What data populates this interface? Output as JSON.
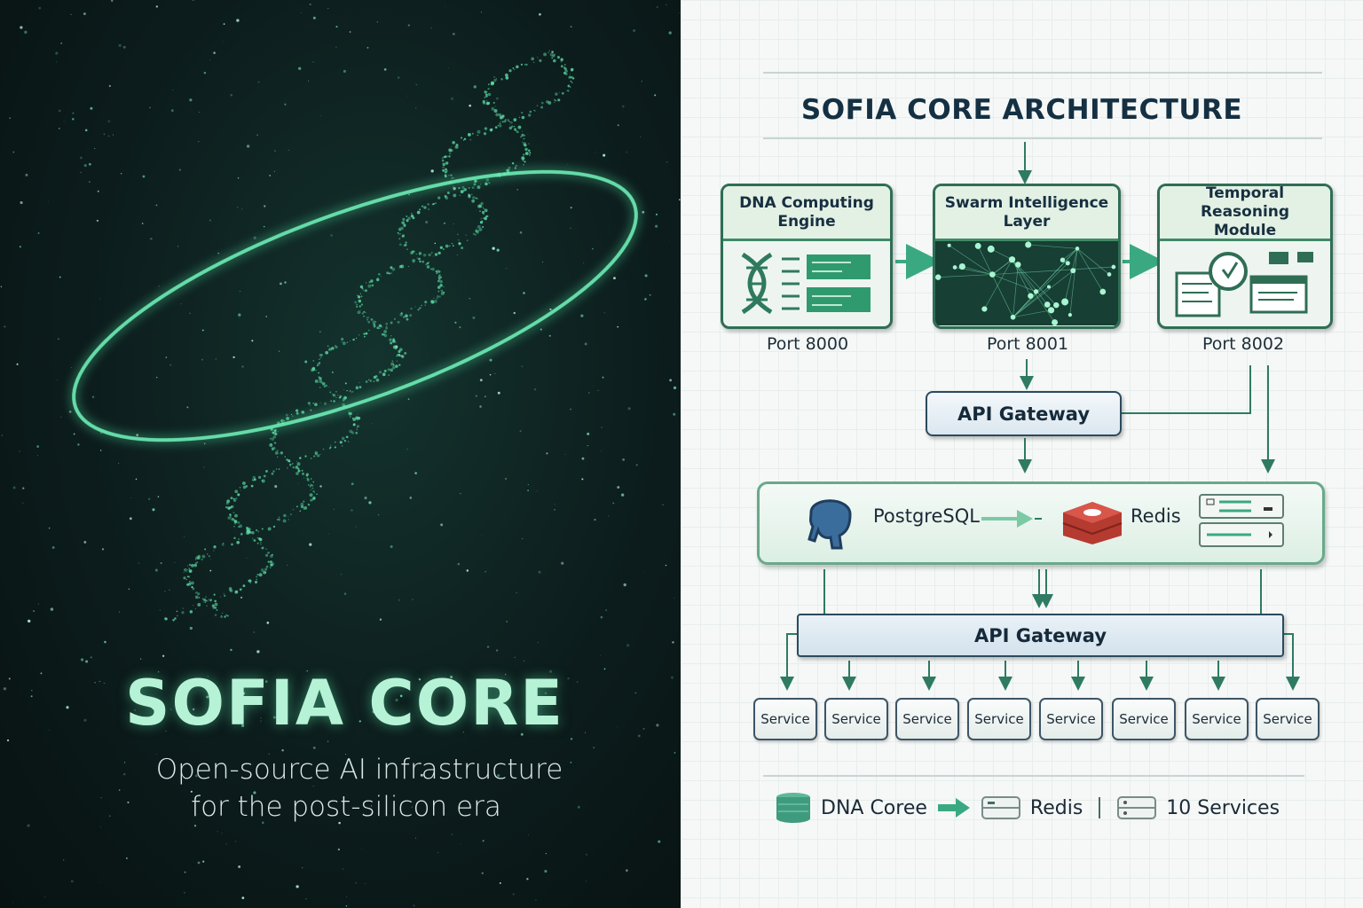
{
  "hero": {
    "title": "SOFIA CORE",
    "subtitle_line1": "Open-source AI infrastructure",
    "subtitle_line2": "for the post-silicon era"
  },
  "architecture": {
    "title": "SOFIA CORE ARCHITECTURE",
    "modules": [
      {
        "title_line1": "DNA Computing",
        "title_line2": "Engine",
        "port": "Port 8000",
        "icon": "dna-icon"
      },
      {
        "title_line1": "Swarm Intelligence",
        "title_line2": "Layer",
        "port": "Port 8001",
        "icon": "network-graph-icon"
      },
      {
        "title_line1": "Temporal Reasoning",
        "title_line2": "Module",
        "port": "Port 8002",
        "icon": "clock-document-icon"
      }
    ],
    "gateway_top": "API Gateway",
    "data_layer": {
      "postgres": "PostgreSQL",
      "redis": "Redis"
    },
    "gateway_bottom": "API Gateway",
    "services": [
      "Service",
      "Service",
      "Service",
      "Service",
      "Service",
      "Service",
      "Service",
      "Service"
    ],
    "footer": {
      "dna": "DNA Coree",
      "redis": "Redis",
      "services": "10 Services"
    }
  },
  "colors": {
    "accent": "#3fae85",
    "dark_bg": "#0c1c1c",
    "text_dark": "#143042"
  }
}
